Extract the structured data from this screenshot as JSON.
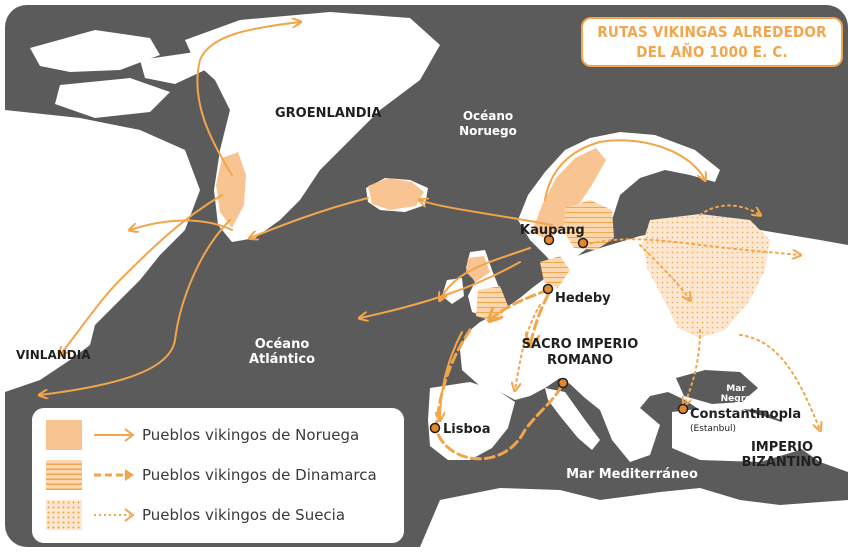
{
  "title": {
    "line1": "RUTAS VIKINGAS ALREDEDOR",
    "line2": "DEL AÑO 1000 E. C."
  },
  "labels": {
    "groenlandia": "GROENLANDIA",
    "oceano_noruego_1": "Océano",
    "oceano_noruego_2": "Noruego",
    "kaupang": "Kaupang",
    "hedeby": "Hedeby",
    "vinlandia": "VINLANDIA",
    "oceano_atlantico_1": "Océano",
    "oceano_atlantico_2": "Atlántico",
    "sacro_1": "SACRO IMPERIO",
    "sacro_2": "ROMANO",
    "mar_negro_1": "Mar",
    "mar_negro_2": "Negro",
    "constantinopla": "Constantinopla",
    "estanbul": "(Estanbul)",
    "imperio_1": "IMPERIO",
    "imperio_2": "BIZANTINO",
    "lisboa": "Lisboa",
    "mediterraneo": "Mar Mediterráneo"
  },
  "legend": [
    {
      "text": "Pueblos vikingos de Noruega",
      "style": "solid"
    },
    {
      "text": "Pueblos vikingos de Dinamarca",
      "style": "dashed"
    },
    {
      "text": "Pueblos vikingos de Suecia",
      "style": "dotted"
    }
  ],
  "colors": {
    "ocean": "#5b5b5b",
    "land": "#ffffff",
    "route": "#f2a54a",
    "settlement_fill": "#f8c592",
    "city_dot": "#e8872a"
  }
}
